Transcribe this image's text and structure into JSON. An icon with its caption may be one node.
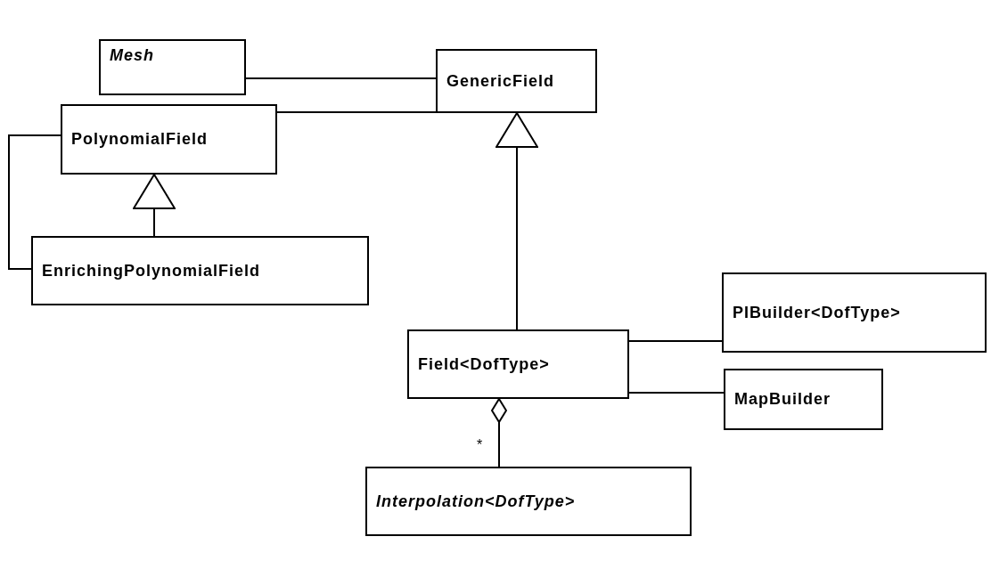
{
  "diagram": {
    "nodes": [
      {
        "text": [
          "Mesh"
        ]
      },
      {
        "text": [
          "GenericField"
        ]
      },
      {
        "text": [
          "PolynomialField"
        ]
      },
      {
        "text": [
          "EnrichingPolynomialField"
        ]
      },
      {
        "text": [
          "PIBuilder<DofType>"
        ]
      },
      {
        "text": [
          "Field<DofType>"
        ]
      },
      {
        "text": [
          "MapBuilder"
        ]
      },
      {
        "text": [
          "Interpolation<DofType>"
        ]
      }
    ],
    "edges": [
      {
        "from": 0,
        "to": 1,
        "arrow": "none"
      },
      {
        "from": 2,
        "to": 1,
        "arrow": "none"
      },
      {
        "from": 3,
        "to": 2,
        "arrow": "to"
      },
      {
        "from": 2,
        "to": 3,
        "arrow": "none"
      },
      {
        "from": 5,
        "to": 1,
        "arrow": "to"
      },
      {
        "from": 5,
        "to": 4,
        "arrow": "none"
      },
      {
        "from": 5,
        "to": 6,
        "arrow": "none"
      },
      {
        "from": 5,
        "to": 7,
        "label": "*",
        "arrow": "other"
      }
    ]
  }
}
